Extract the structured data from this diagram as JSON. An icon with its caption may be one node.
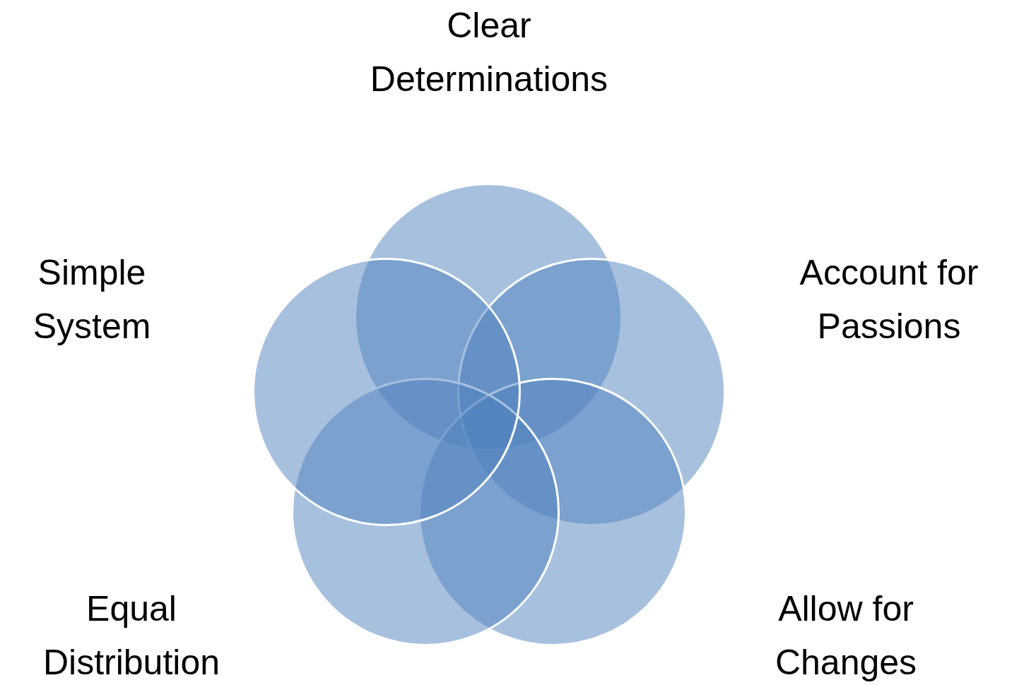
{
  "diagram": {
    "nodes": [
      {
        "text": [],
        "shape": "circle",
        "beside": [
          "Clear Determinations"
        ]
      },
      {
        "text": [],
        "shape": "circle",
        "beside": [
          "Account for Passions"
        ]
      },
      {
        "text": [],
        "shape": "circle",
        "beside": [
          "Allow for Changes"
        ]
      },
      {
        "text": [],
        "shape": "circle",
        "beside": [
          "Equal Distribution"
        ]
      },
      {
        "text": [],
        "shape": "circle",
        "beside": [
          "Simple System"
        ]
      }
    ]
  }
}
